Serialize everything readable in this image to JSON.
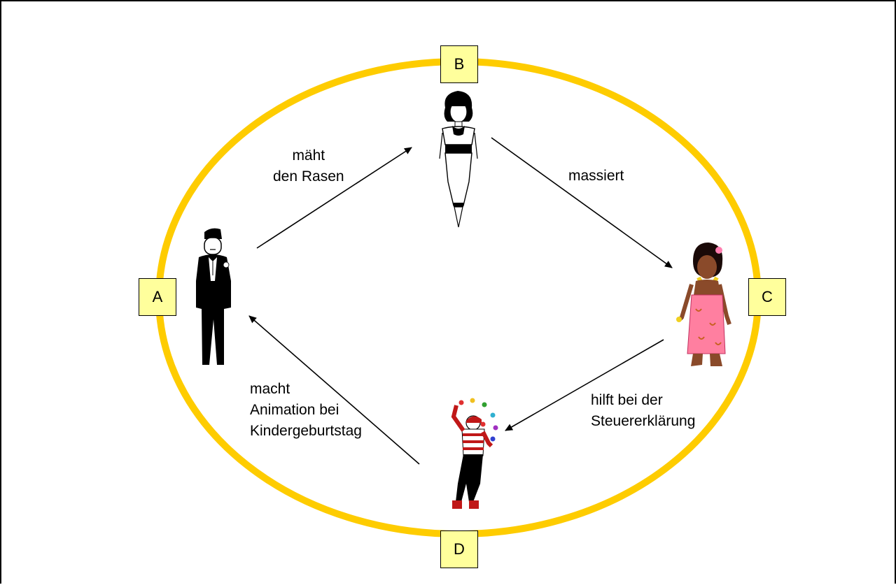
{
  "colors": {
    "ring": "#fecc00",
    "node_fill": "#ffff9c",
    "arrow": "#000000",
    "background": "#ffffff"
  },
  "nodes": {
    "A": {
      "label": "A",
      "figure": "man-in-tuxedo"
    },
    "B": {
      "label": "B",
      "figure": "woman-in-dress"
    },
    "C": {
      "label": "C",
      "figure": "hula-dancer"
    },
    "D": {
      "label": "D",
      "figure": "juggling-mime"
    }
  },
  "edges": [
    {
      "from": "A",
      "to": "B",
      "lines": [
        "mäht",
        "den Rasen"
      ]
    },
    {
      "from": "B",
      "to": "C",
      "lines": [
        "massiert"
      ]
    },
    {
      "from": "C",
      "to": "D",
      "lines": [
        "hilft bei der",
        "Steuererklärung"
      ]
    },
    {
      "from": "D",
      "to": "A",
      "lines": [
        "macht",
        "Animation bei",
        "Kindergeburtstag"
      ]
    }
  ]
}
